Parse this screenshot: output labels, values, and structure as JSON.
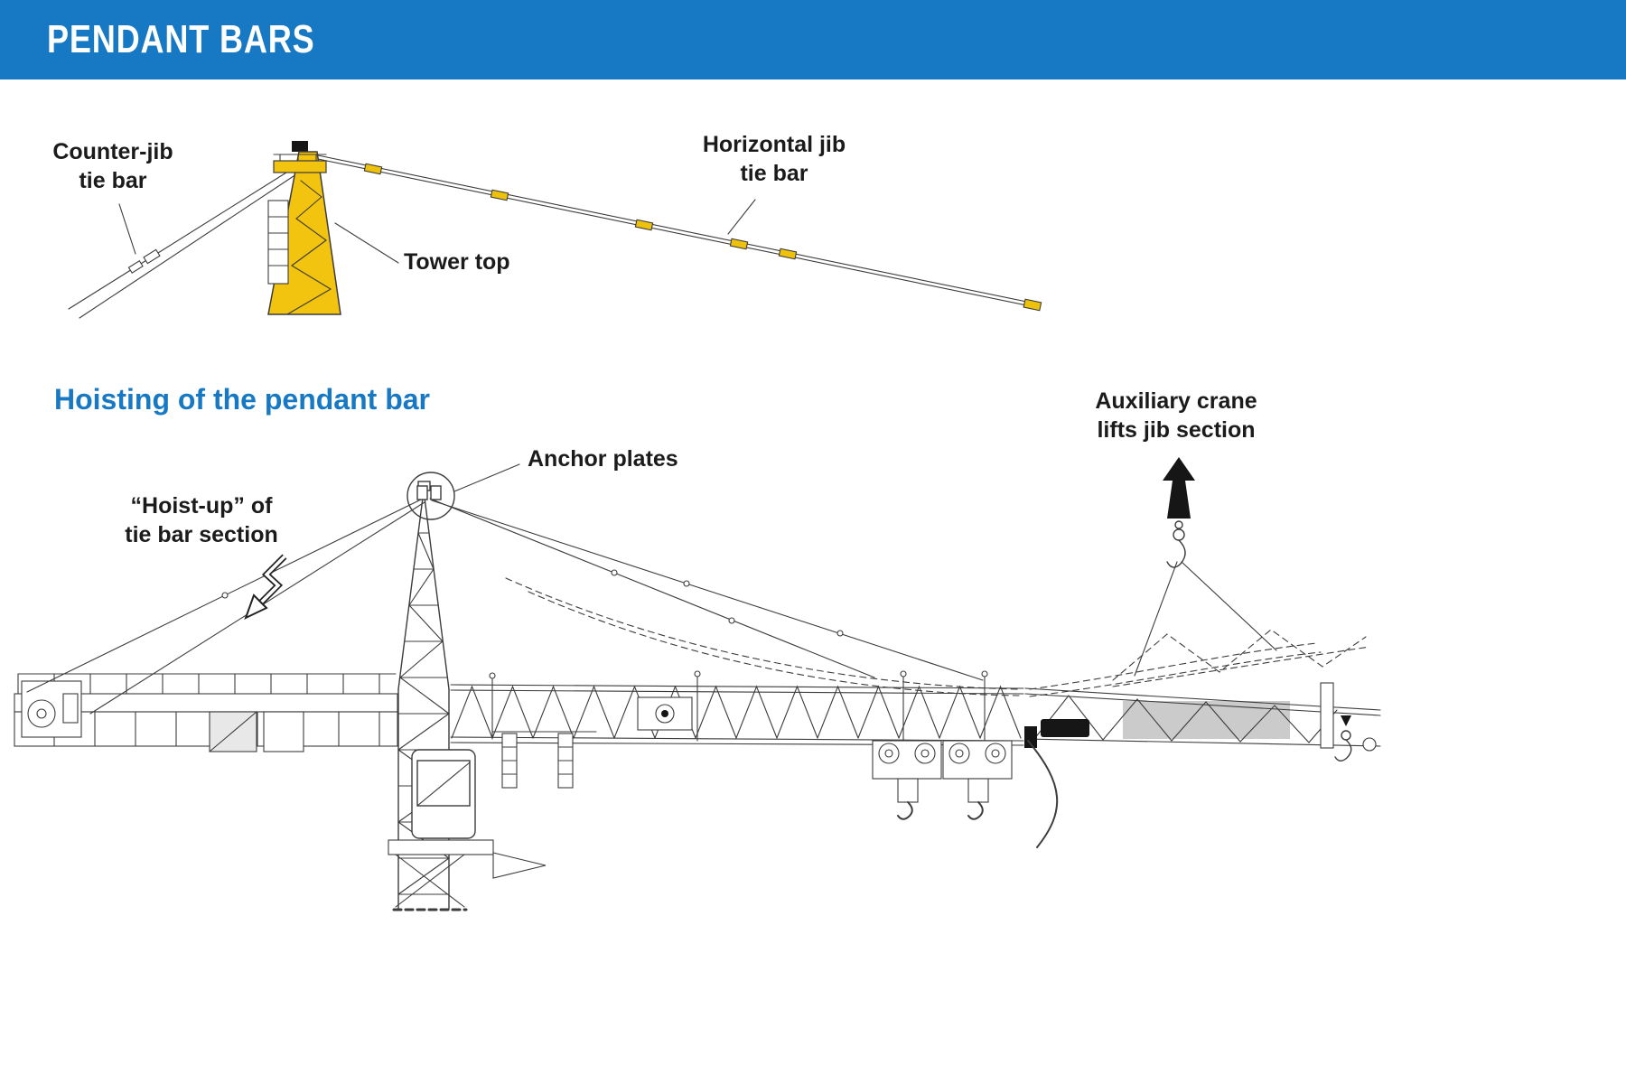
{
  "header": {
    "title": "PENDANT BARS"
  },
  "colors": {
    "header_bg": "#1779c4",
    "heading_text": "#1779c4",
    "tower_yellow": "#f2c30f",
    "line_art": "#3c3c3c",
    "label_text": "#1b1b1b"
  },
  "top_diagram": {
    "counter_jib_label": "Counter-jib\ntie bar",
    "horizontal_jib_label": "Horizontal jib\ntie bar",
    "tower_top_label": "Tower top"
  },
  "section": {
    "heading": "Hoisting of the pendant bar"
  },
  "bottom_diagram": {
    "anchor_plates_label": "Anchor plates",
    "hoist_up_label": "“Hoist-up” of\ntie bar section",
    "aux_crane_label": "Auxiliary crane\nlifts jib section"
  }
}
